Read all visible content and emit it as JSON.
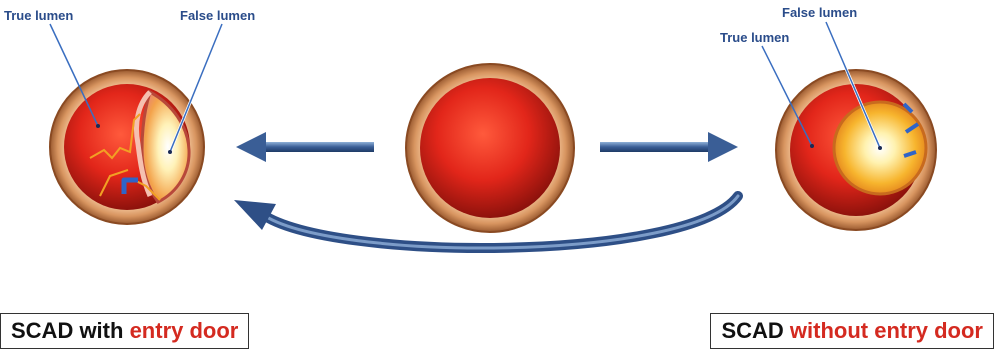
{
  "labels": {
    "left_true": "True lumen",
    "left_false": "False lumen",
    "right_true": "True lumen",
    "right_false": "False lumen"
  },
  "captions": {
    "left_prefix": "SCAD with ",
    "left_highlight": "entry door",
    "right_prefix": "SCAD ",
    "right_highlight": "without entry door"
  },
  "colors": {
    "label_text": "#2a4c8a",
    "arrow": "#3a5e96",
    "highlight_text": "#d42a20",
    "vessel_wall": "#c98a55",
    "lumen": "#e02a1c",
    "false_lumen_core": "#fff6c8"
  }
}
